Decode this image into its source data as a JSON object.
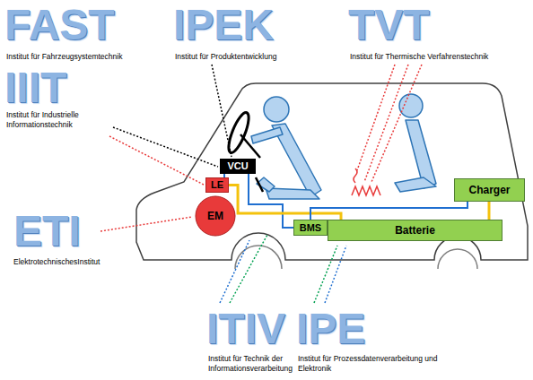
{
  "diagram": {
    "nodes": [
      {
        "text": [
          "VCU"
        ]
      },
      {
        "text": [
          "LE"
        ]
      },
      {
        "text": [
          "EM"
        ]
      },
      {
        "text": [
          "BMS"
        ]
      },
      {
        "text": [
          "Batterie"
        ]
      },
      {
        "text": [
          "Charger"
        ]
      }
    ],
    "edges": [
      {
        "from": 0,
        "to": 1,
        "arrow": "none"
      },
      {
        "from": 0,
        "to": 3,
        "arrow": "none"
      },
      {
        "from": 1,
        "to": 4,
        "arrow": "none"
      },
      {
        "from": 4,
        "to": 5,
        "arrow": "none"
      },
      {
        "from": 3,
        "to": 5,
        "arrow": "none"
      }
    ],
    "labels": [
      "FAST",
      "Institut für Fahrzeugsystemtechnik",
      "IPEK",
      "Institut für Produktentwicklung",
      "TVT",
      "Institut für Thermische Verfahrenstechnik",
      "IIIT",
      "Institut für Industrielle Informationstechnik",
      "ETI",
      "ElektrotechnischesInstitut",
      "ITIV",
      "Institut für Technik der Informationsverarbeitung",
      "IPE",
      "Institut für Prozessdatenverarbeitung und Elektronik"
    ]
  }
}
